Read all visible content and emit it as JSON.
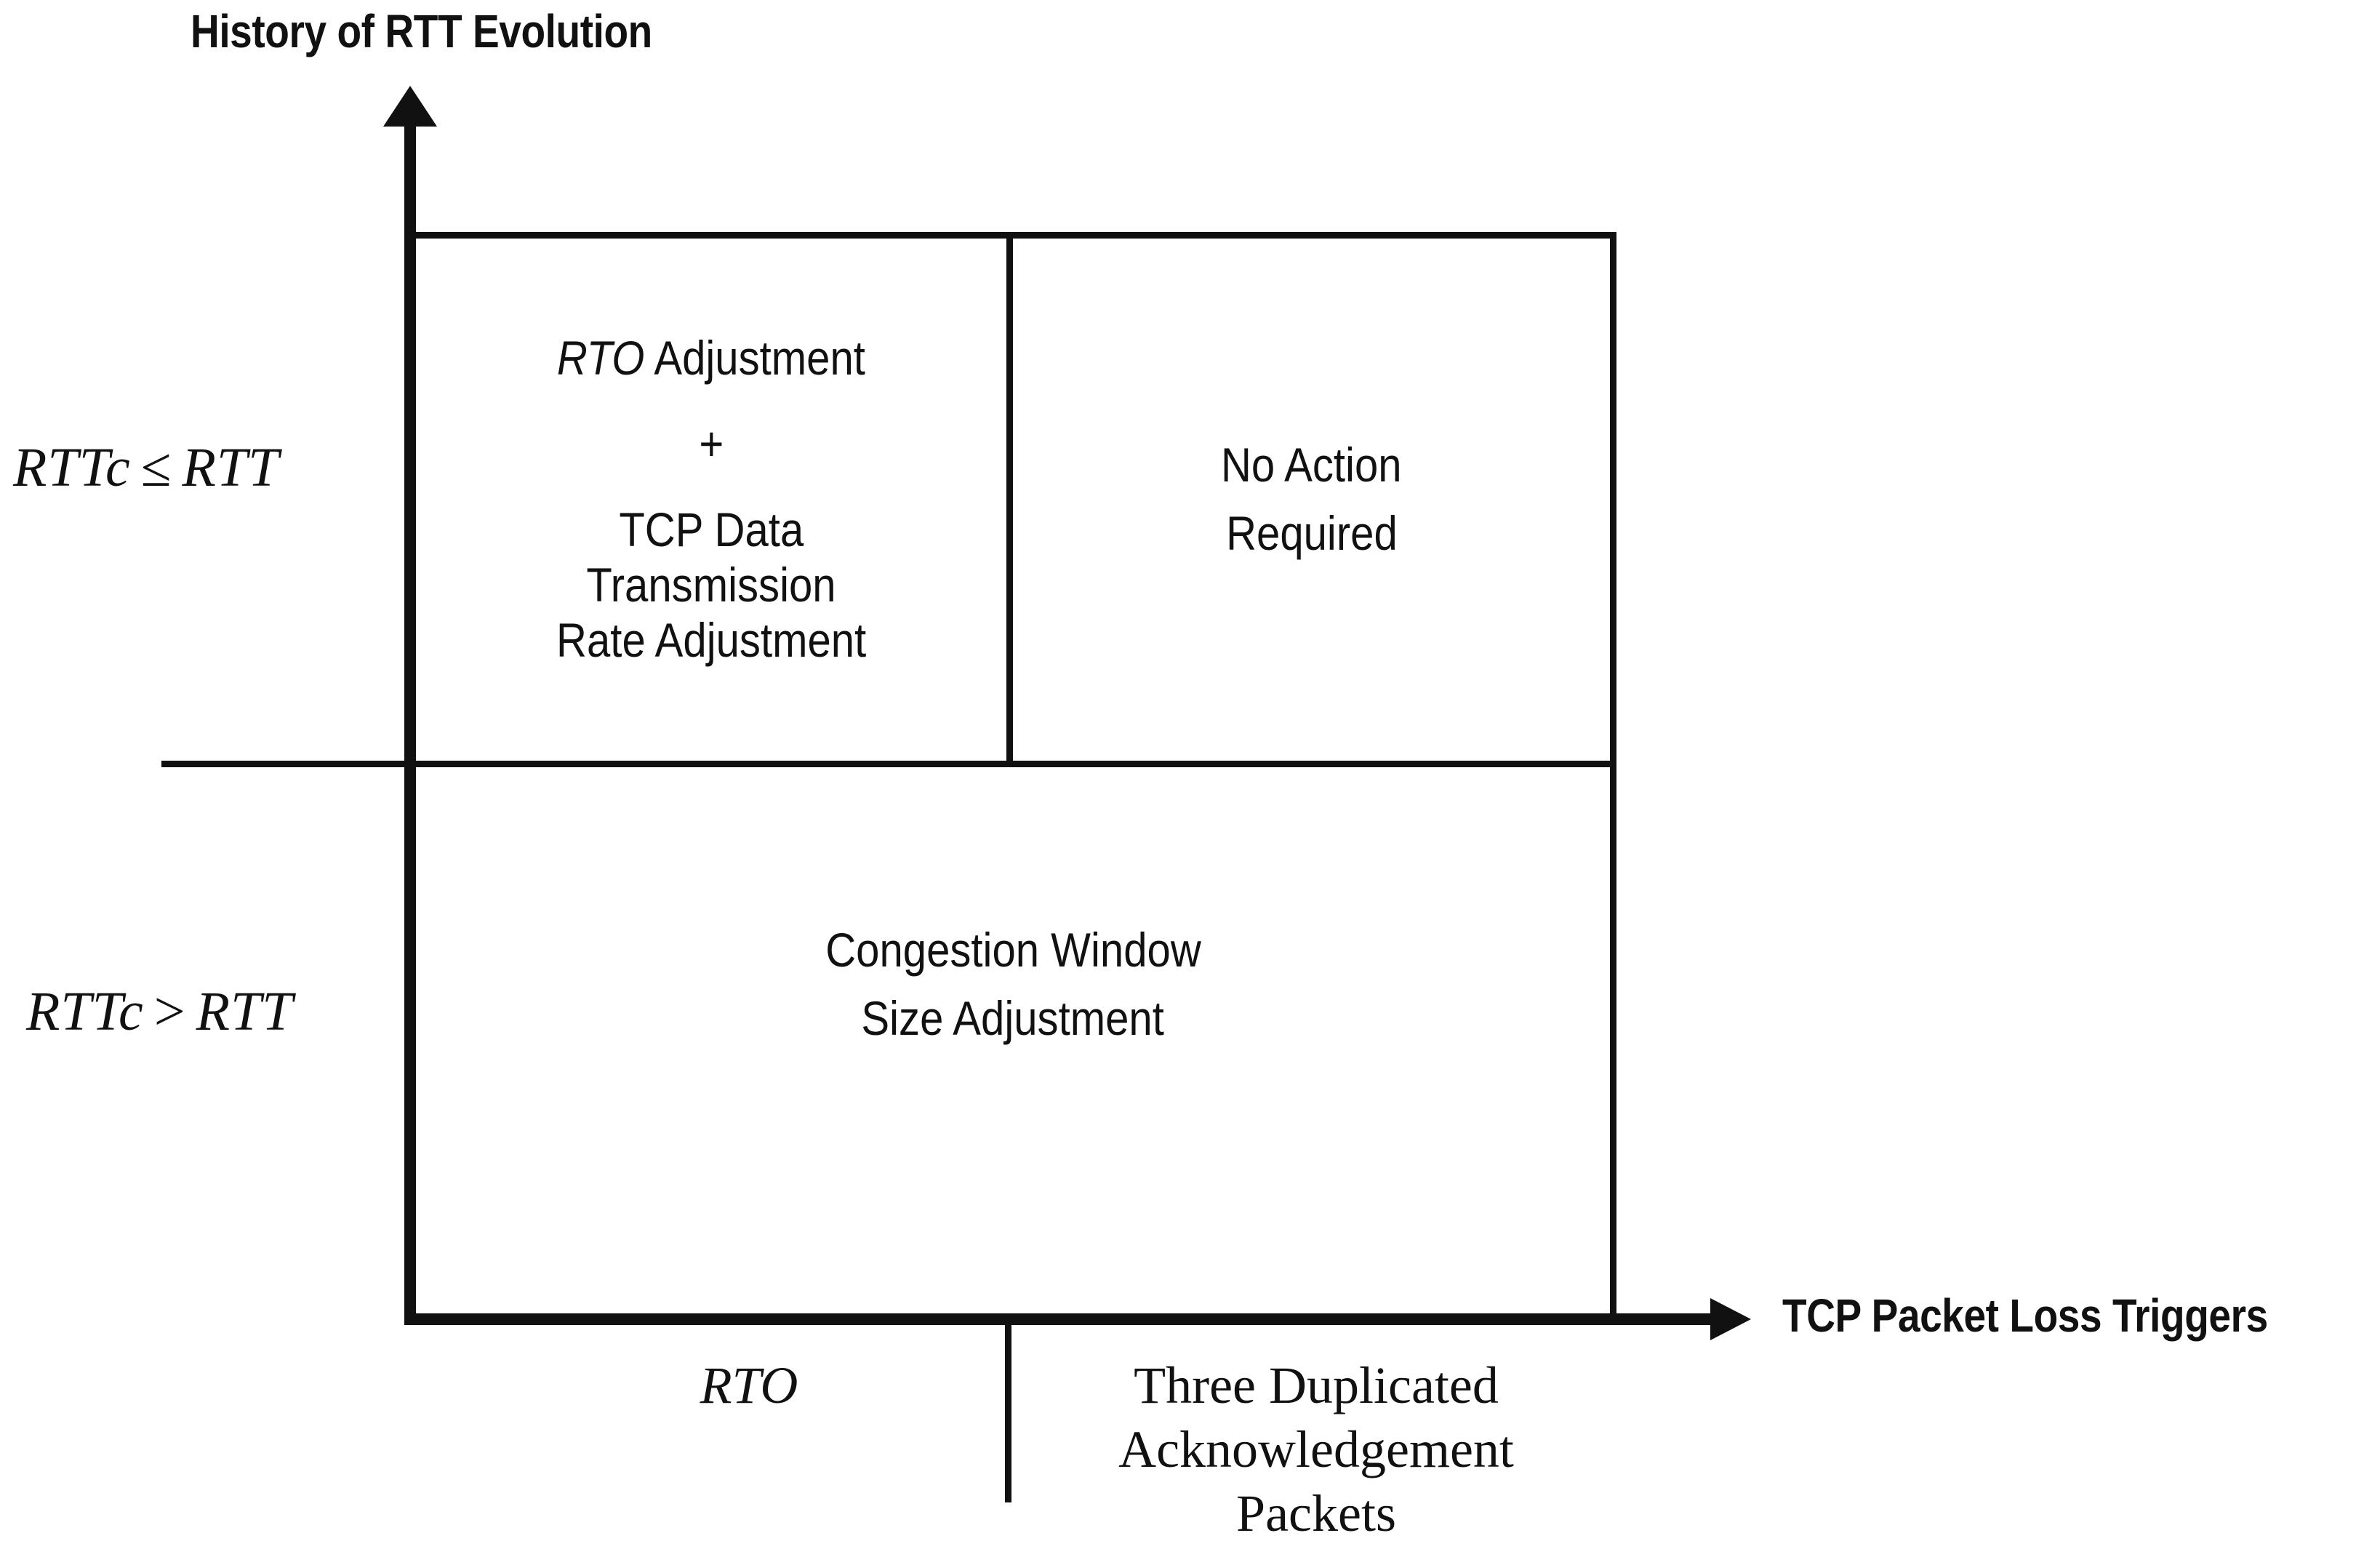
{
  "axes": {
    "y_title": "History of RTT Evolution",
    "x_title": "TCP Packet Loss Triggers",
    "y_arrow_icon": "arrow-up-icon",
    "x_arrow_icon": "arrow-right-icon"
  },
  "row_labels": [
    {
      "id": "rttc-le-rtt",
      "lhs": "RTTc",
      "operator": "≤",
      "rhs": "RTT"
    },
    {
      "id": "rttc-gt-rtt",
      "lhs": "RTTc",
      "operator": ">",
      "rhs": "RTT"
    }
  ],
  "column_labels": [
    {
      "id": "rto",
      "text": "RTO",
      "style": "italic"
    },
    {
      "id": "three-dup-ack",
      "line1": "Three Duplicated",
      "line2": "Acknowledgement",
      "line3": "Packets",
      "style": "roman"
    }
  ],
  "cells": {
    "rto_adjustment": {
      "line1_em": "RTO",
      "line1_rest": " Adjustment",
      "line2": "+",
      "line3": "TCP Data",
      "line4": "Transmission",
      "line5": "Rate Adjustment"
    },
    "no_action": {
      "line1": "No Action",
      "line2": "Required"
    },
    "congestion_window": {
      "line1": "Congestion Window",
      "line2": "Size Adjustment"
    }
  },
  "chart_data": {
    "type": "table",
    "title": "",
    "xlabel": "TCP Packet Loss Triggers",
    "ylabel": "History of RTT Evolution",
    "x_categories": [
      "RTO",
      "Three Duplicated Acknowledgement Packets"
    ],
    "y_categories": [
      "RTTc ≤ RTT",
      "RTTc > RTT"
    ],
    "grid": true,
    "legend": "none",
    "matrix": [
      {
        "row": "RTTc ≤ RTT",
        "cells": [
          {
            "column": "RTO",
            "text": "RTO Adjustment + TCP Data Transmission Rate Adjustment"
          },
          {
            "column": "Three Duplicated Acknowledgement Packets",
            "text": "No Action Required"
          }
        ]
      },
      {
        "row": "RTTc > RTT",
        "cells": [
          {
            "column": "RTO",
            "text": "Congestion Window Size Adjustment",
            "merged": true
          },
          {
            "column": "Three Duplicated Acknowledgement Packets",
            "text": "Congestion Window Size Adjustment",
            "merged": true
          }
        ]
      }
    ]
  },
  "colors": {
    "ink": "#111111",
    "background": "#ffffff"
  }
}
